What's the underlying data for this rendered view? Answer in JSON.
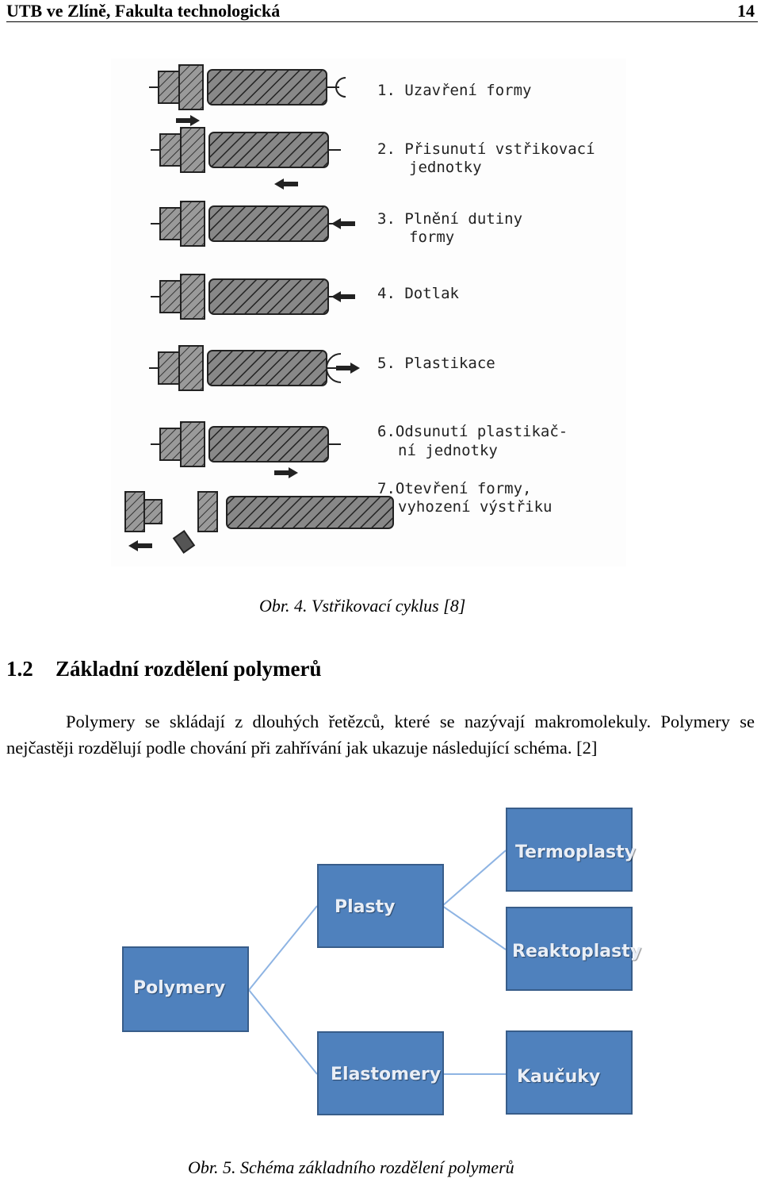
{
  "header": {
    "left": "UTB ve Zlíně, Fakulta technologická",
    "page_number": "14"
  },
  "figure1": {
    "steps": [
      "1. Uzavření formy",
      "2. Přisunutí vstřikovací",
      "jednotky",
      "3. Plnění dutiny",
      "formy",
      "4. Dotlak",
      "5. Plastikace",
      "6.Odsunutí plastikač-",
      "ní jednotky",
      "7.Otevření formy,",
      "vyhození výstřiku"
    ],
    "caption": "Obr. 4. Vstřikovací cyklus [8]"
  },
  "section": {
    "number": "1.2",
    "title": "Základní rozdělení polymerů"
  },
  "paragraph": "Polymery se skládají z dlouhých řetězců, které se nazývají makromolekuly. Polymery se nejčastěji rozdělují podle chování při zahřívání jak ukazuje následující schéma. [2]",
  "diagram": {
    "nodes": {
      "polymery": "Polymery",
      "plasty": "Plasty",
      "elastomery": "Elastomery",
      "termoplasty": "Termoplasty",
      "reaktoplasty": "Reaktoplasty",
      "kaucuky": "Kaučuky"
    },
    "box_color": "#4f81bd",
    "border_color": "#385d8a",
    "connector_color": "#8eb4e3",
    "caption": "Obr. 5. Schéma základního rozdělení polymerů"
  }
}
